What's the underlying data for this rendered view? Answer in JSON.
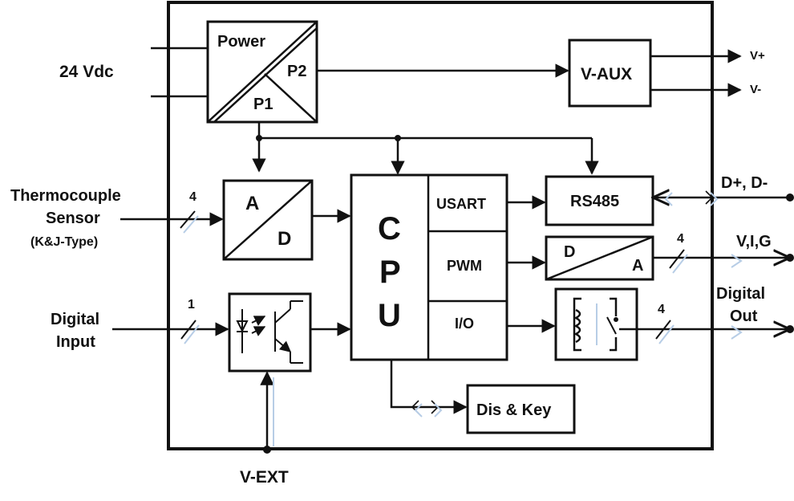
{
  "inputs": {
    "supply": "24 Vdc",
    "thermocouple_line1": "Thermocouple",
    "thermocouple_line2": "Sensor",
    "thermocouple_type": "(K&J-Type)",
    "thermo_bus_width": "4",
    "digital_input_line1": "Digital",
    "digital_input_line2": "Input",
    "digital_input_bus_width": "1",
    "vext": "V-EXT"
  },
  "blocks": {
    "power": "Power",
    "p1": "P1",
    "p2": "P2",
    "vaux": "V-AUX",
    "adc_a": "A",
    "adc_d": "D",
    "cpu_c": "C",
    "cpu_p": "P",
    "cpu_u": "U",
    "usart": "USART",
    "pwm": "PWM",
    "io": "I/O",
    "rs485": "RS485",
    "dac_d": "D",
    "dac_a": "A",
    "display": "Dis & Key"
  },
  "outputs": {
    "vplus": "V+",
    "vminus": "V-",
    "rs485": "D+, D-",
    "analog": "V,I,G",
    "analog_bus_width": "4",
    "digital_out_line1": "Digital",
    "digital_out_line2": "Out",
    "digital_out_bus_width": "4"
  }
}
